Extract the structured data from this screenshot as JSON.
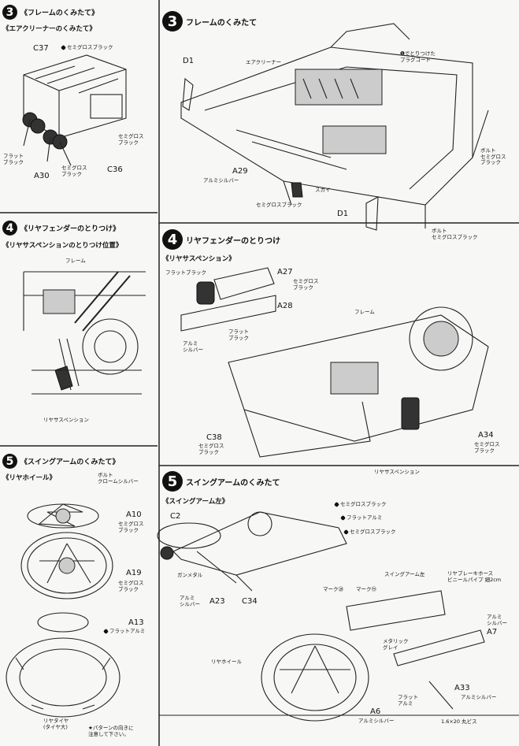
{
  "left": {
    "s3": {
      "num": "3",
      "title": "《フレームのくみたて》",
      "sub": "《エアクリーナーのくみたて》",
      "labels": {
        "c37": "C37",
        "c37_color": "セミグロスブラック",
        "flat": "フラット\nブラック",
        "a30": "A30",
        "semi1": "セミグロス\nブラック",
        "c36": "C36",
        "semi2": "セミグロス\nブラック"
      }
    },
    "s4": {
      "num": "4",
      "title": "《リヤフェンダーのとりつけ》",
      "sub": "《リヤサスペンションのとりつけ位置》",
      "labels": {
        "frame": "フレーム",
        "rear_sus": "リヤサスペンション"
      }
    },
    "s5": {
      "num": "5",
      "title": "《スイングアームのくみたて》",
      "sub": "《リヤホイール》",
      "labels": {
        "bolt": "ボルト\nクロームシルバー",
        "a10": "A10",
        "a10_color": "セミグロス\nブラック",
        "a19": "A19",
        "a19_color": "セミグロス\nブラック",
        "a13": "A13",
        "a13_color": "フラットアルミ",
        "tire": "リヤタイヤ\n(タイヤ大)",
        "note": "★パターンの向きに\n注意して下さい。"
      }
    }
  },
  "right": {
    "s3": {
      "num": "3",
      "title": "フレームのくみたて",
      "labels": {
        "d1a": "D1",
        "aircleaner": "エアクリーナー",
        "plug": "❶でとりつけた\nプラグコード",
        "bolt": "ボルト\nセミグロス\nブラック",
        "a29": "A29",
        "alsilver": "アルミシルバー",
        "sky": "スカイ",
        "semi": "セミグロスブラック",
        "d1b": "D1",
        "bolt2": "ボルト\nセミグロスブラック"
      }
    },
    "s4": {
      "num": "4",
      "title": "リヤフェンダーのとりつけ",
      "sub": "《リヤサスペンション》",
      "labels": {
        "flat_black": "フラットブラック",
        "a27": "A27",
        "a27_color": "セミグロス\nブラック",
        "a28": "A28",
        "flat_black2": "フラット\nブラック",
        "al": "アルミ\nシルバー",
        "frame": "フレーム",
        "c38": "C38",
        "c38_color": "セミグロス\nブラック",
        "a34": "A34",
        "a34_color": "セミグロス\nブラック",
        "rear_sus": "リヤサスペンション"
      }
    },
    "s5": {
      "num": "5",
      "title": "スイングアームのくみたて",
      "sub": "《スイングアーム左》",
      "labels": {
        "semi1": "セミグロスブラック",
        "flat_al": "フラットアルミ",
        "semi2": "セミグロスブラック",
        "c2": "C2",
        "gunmetal": "ガンメタル",
        "al_silver": "アルミ\nシルバー",
        "a23": "A23",
        "c34": "C34",
        "arm_left": "スイングアーム左",
        "hose": "リヤブレーキホース\nビニールパイプ 細2cm",
        "mark20": "マーク⑳",
        "mark19": "マーク⑲",
        "al_silver2": "アルミ\nシルバー",
        "a7": "A7",
        "metallic": "メタリック\nグレイ",
        "rear_wheel": "リヤホイール",
        "a33": "A33",
        "a33_color": "アルミシルバー",
        "flat_al2": "フラット\nアルミ",
        "a6": "A6",
        "a6_color": "アルミシルバー",
        "screw": "1.6×20 丸ビス"
      }
    }
  }
}
